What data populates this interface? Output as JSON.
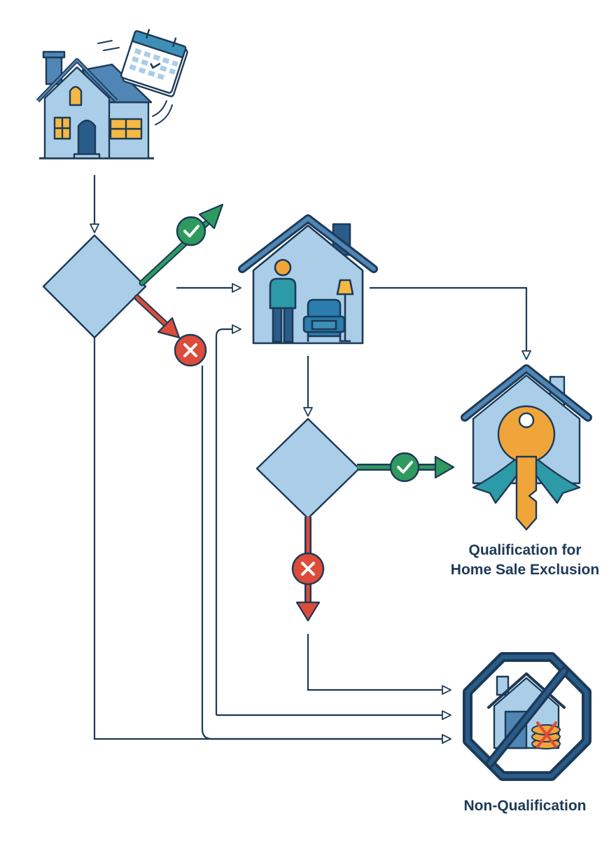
{
  "outcomes": {
    "qualification_line1": "Qualification for",
    "qualification_line2": "Home Sale Exclusion",
    "non_qualification": "Non-Qualification"
  },
  "icons": {
    "start": "house-with-calendar-icon",
    "decision_1": "decision-diamond",
    "use_node": "person-living-in-house-icon",
    "decision_2": "decision-diamond",
    "qualified": "house-key-icon",
    "not_qualified": "no-house-octagon-icon",
    "yes_marker": "check-circle-icon",
    "no_marker": "x-circle-icon"
  },
  "colors": {
    "line": "#1d3a57",
    "fill_light": "#aacde8",
    "fill_mid": "#4f86b5",
    "yes": "#2e9a5e",
    "no": "#dd4b3b",
    "key": "#f0a53a",
    "ribbon": "#2d9aa8",
    "window": "#f4b942"
  }
}
